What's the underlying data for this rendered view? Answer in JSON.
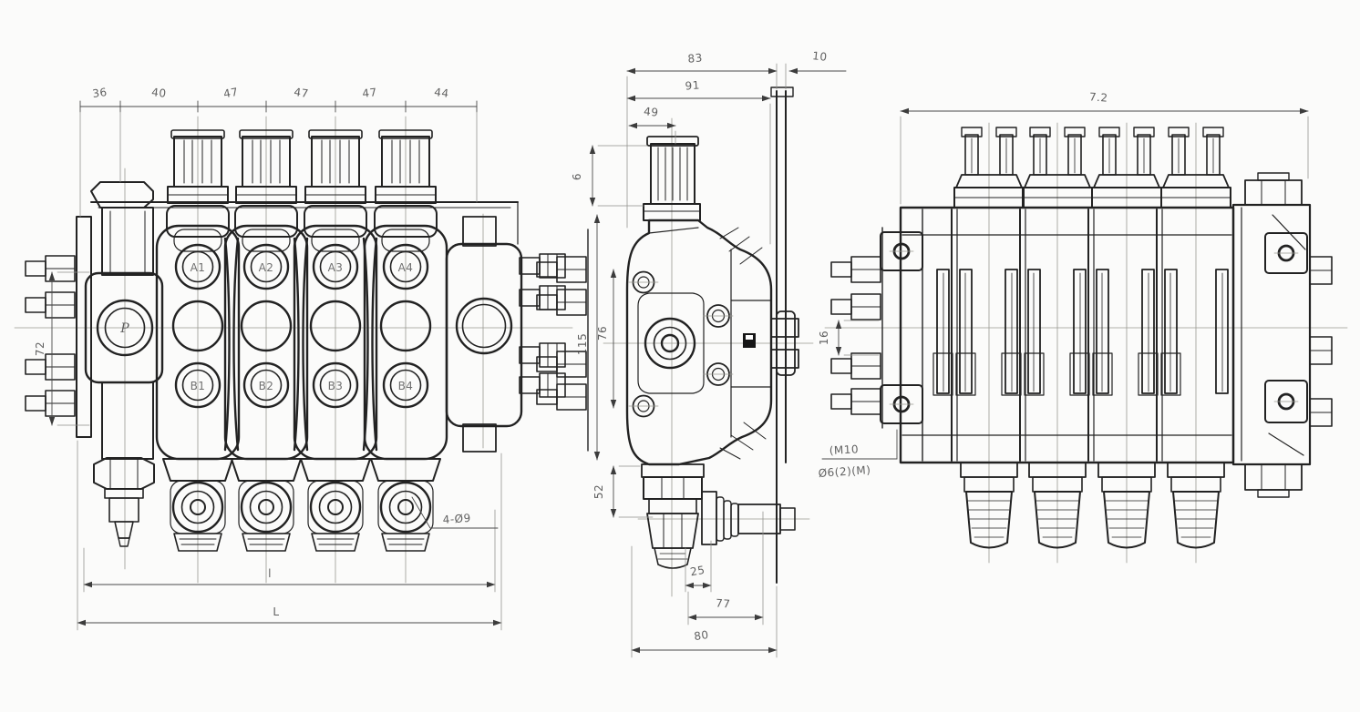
{
  "front_view": {
    "port_labels": {
      "inlet": "P",
      "top": [
        "A1",
        "A2",
        "A3",
        "A4"
      ],
      "bottom": [
        "B1",
        "B2",
        "B3",
        "B4"
      ]
    },
    "dims": {
      "top": [
        "36",
        "40",
        "47",
        "47",
        "47",
        "44"
      ],
      "left_height": "72",
      "inner_length": "l",
      "overall_length": "L",
      "hole_note": "4-Ø9"
    }
  },
  "side_view": {
    "dims": {
      "top_total": "83",
      "top_offset": "10",
      "top_inner": "91",
      "top_cap": "49",
      "left_small": "6",
      "left_body": "115",
      "left_ports": "76",
      "left_lower": "52",
      "bottom_small": "25",
      "bottom_mid": "77",
      "bottom_outer": "80"
    }
  },
  "rear_view": {
    "dims": {
      "top_width": "7.2",
      "left_spacing": "16"
    },
    "notes": {
      "line1": "(M10",
      "line2": "Ø6(2)(M)"
    }
  }
}
